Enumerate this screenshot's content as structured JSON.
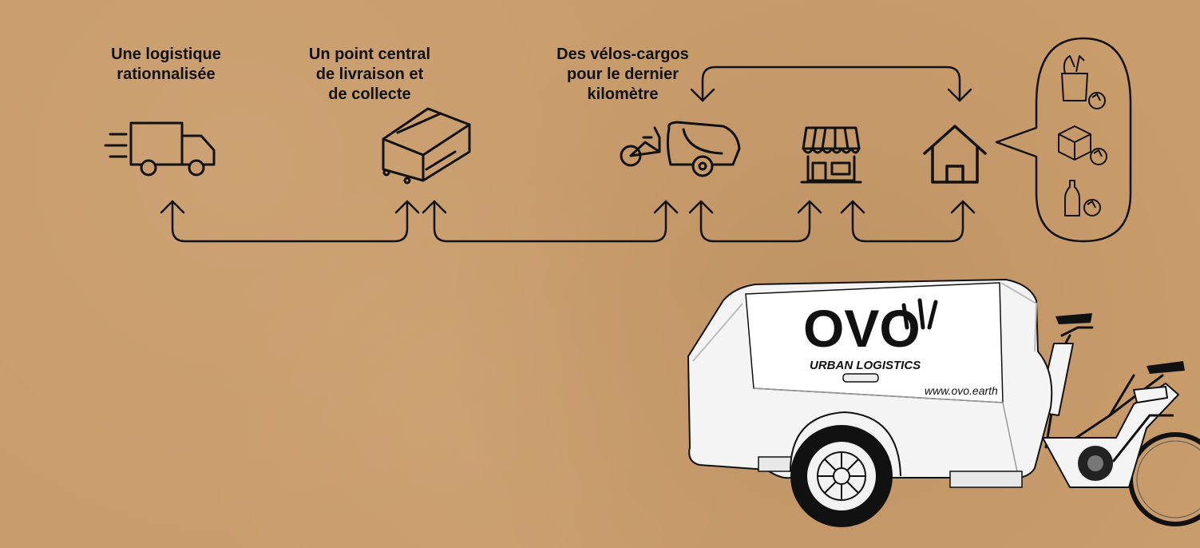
{
  "steps": [
    {
      "label": "Une logistique\nrationnalisée",
      "icon": "delivery-truck-icon"
    },
    {
      "label": "Un point central\nde livraison et\nde collecte",
      "icon": "container-icon"
    },
    {
      "label": "Des vélos-cargos\npour le dernier\nkilomètre",
      "icon": "cargo-bike-icon"
    },
    {
      "label": "",
      "icon": "shop-icon"
    },
    {
      "label": "",
      "icon": "home-icon"
    }
  ],
  "collection_bubble": {
    "items": [
      "grocery-recycle-icon",
      "box-recycle-icon",
      "bottle-recycle-icon"
    ]
  },
  "vehicle": {
    "brand": "OVO",
    "tagline": "URBAN LOGISTICS",
    "website": "www.ovo.earth"
  },
  "colors": {
    "background": "#c99c6b",
    "ink": "#111111",
    "vehicle_body": "#f4f4f4"
  }
}
